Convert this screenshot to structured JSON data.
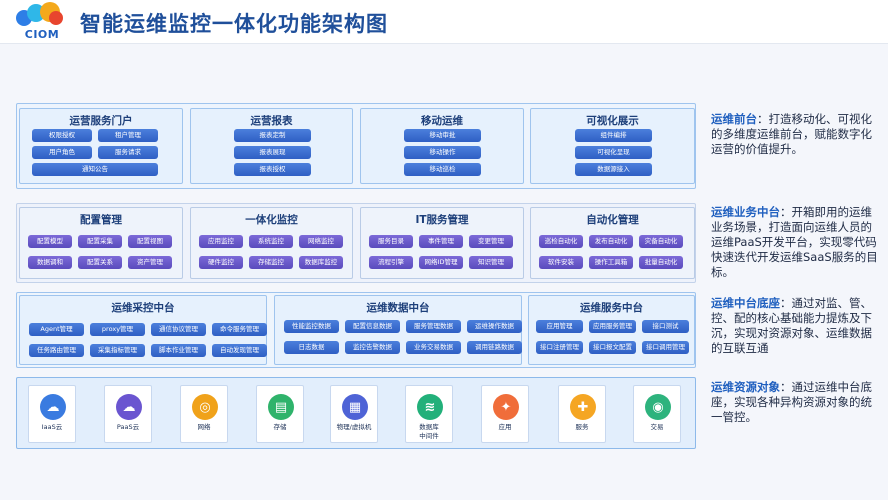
{
  "header": {
    "logo_text": "CIOM",
    "title": "智能运维监控一体化功能架构图"
  },
  "row1": [
    {
      "title": "运营服务门户",
      "chips": [
        "权限授权",
        "租户管理",
        "用户角色",
        "服务请求",
        "通知公告"
      ]
    },
    {
      "title": "运营报表",
      "chips": [
        "报表定制",
        "报表展现",
        "报表授权"
      ]
    },
    {
      "title": "移动运维",
      "chips": [
        "移动审批",
        "移动操作",
        "移动巡检"
      ]
    },
    {
      "title": "可视化展示",
      "chips": [
        "组件编排",
        "可视化呈现",
        "数据源接入"
      ]
    }
  ],
  "row2": [
    {
      "title": "配置管理",
      "chips": [
        "配置模型",
        "配置采集",
        "配置视图",
        "数据调和",
        "配置关系",
        "资产管理"
      ]
    },
    {
      "title": "一体化监控",
      "chips": [
        "应用监控",
        "系统监控",
        "网络监控",
        "硬件监控",
        "存储监控",
        "数据库监控"
      ]
    },
    {
      "title": "IT服务管理",
      "chips": [
        "服务目录",
        "事件管理",
        "变更管理",
        "流程引擎",
        "网络ID管理",
        "知识管理"
      ]
    },
    {
      "title": "自动化管理",
      "chips": [
        "巡检自动化",
        "发布自动化",
        "灾备自动化",
        "软件安装",
        "操作工具箱",
        "批量自动化"
      ]
    }
  ],
  "row3": [
    {
      "title": "运维采控中台",
      "chips": [
        "Agent管理",
        "proxy管理",
        "通信协议管理",
        "命令服务管理",
        "任务路由管理",
        "采集指标管理",
        "脚本作业管理",
        "自动发现管理"
      ]
    },
    {
      "title": "运维数据中台",
      "chips": [
        "性能监控数据",
        "配置信息数据",
        "服务管理数据",
        "运维操作数据",
        "日志数据",
        "监控告警数据",
        "业务交易数据",
        "调用链路数据"
      ]
    },
    {
      "title": "运维服务中台",
      "chips": [
        "应用管理",
        "应用服务管理",
        "接口测试",
        "接口注册管理",
        "接口报文配置",
        "接口调用管理"
      ]
    }
  ],
  "resources": [
    {
      "label": "IaaS云",
      "icon": "iaas-cloud-icon",
      "glyph": "☁",
      "color": "#3a7be0"
    },
    {
      "label": "PaaS云",
      "icon": "paas-cloud-icon",
      "glyph": "☁",
      "color": "#6a55d0"
    },
    {
      "label": "网络",
      "icon": "network-globe-icon",
      "glyph": "◎",
      "color": "#f0a21a"
    },
    {
      "label": "存储",
      "icon": "storage-icon",
      "glyph": "▤",
      "color": "#2fb36b"
    },
    {
      "label": "物理/虚拟机",
      "icon": "server-icon",
      "glyph": "▦",
      "color": "#4e63d6"
    },
    {
      "label": "数据库\n中间件",
      "icon": "database-icon",
      "glyph": "≋",
      "color": "#22b07a"
    },
    {
      "label": "应用",
      "icon": "application-icon",
      "glyph": "✦",
      "color": "#f06d3a"
    },
    {
      "label": "服务",
      "icon": "service-tools-icon",
      "glyph": "✚",
      "color": "#f5a623"
    },
    {
      "label": "交易",
      "icon": "transaction-icon",
      "glyph": "◉",
      "color": "#2db37d"
    }
  ],
  "descriptions": [
    {
      "head": "运维前台",
      "body": "：打造移动化、可视化的多维度运维前台，赋能数字化运营的价值提升。"
    },
    {
      "head": "运维业务中台",
      "body": "：开箱即用的运维业务场景，打造面向运维人员的运维PaaS开发平台，实现零代码快速迭代开发运维SaaS服务的目标。"
    },
    {
      "head": "运维中台底座",
      "body": "：通过对监、管、控、配的核心基础能力提炼及下沉，实现对资源对象、运维数据的互联互通"
    },
    {
      "head": "运维资源对象",
      "body": "：通过运维中台底座，实现各种异构资源对象的统一管控。"
    }
  ]
}
